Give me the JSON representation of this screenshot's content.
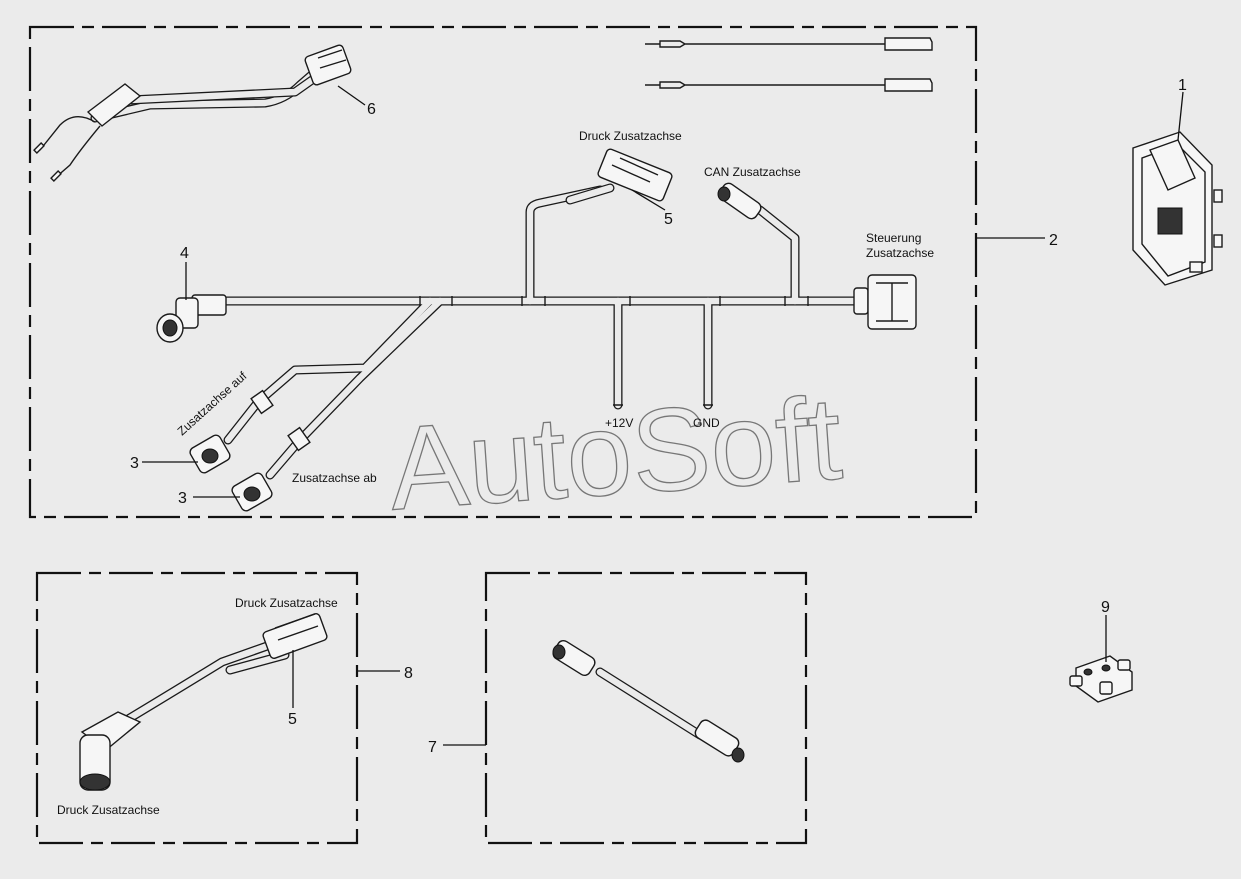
{
  "watermark": "AutoSoft",
  "part_numbers": {
    "p1": "1",
    "p2": "2",
    "p3a": "3",
    "p3b": "3",
    "p4": "4",
    "p5a": "5",
    "p5b": "5",
    "p6": "6",
    "p7": "7",
    "p8": "8",
    "p9": "9"
  },
  "labels": {
    "druck_top": "Druck Zusatzachse",
    "can": "CAN Zusatzachse",
    "steuerung_1": "Steuerung",
    "steuerung_2": "Zusatzachse",
    "plus12v": "+12V",
    "gnd": "GND",
    "zusatzachse_auf": "Zusatzachse auf",
    "zusatzachse_ab": "Zusatzachse ab",
    "druck_box8_top": "Druck Zusatzachse",
    "druck_box8_bottom": "Druck Zusatzachse"
  }
}
